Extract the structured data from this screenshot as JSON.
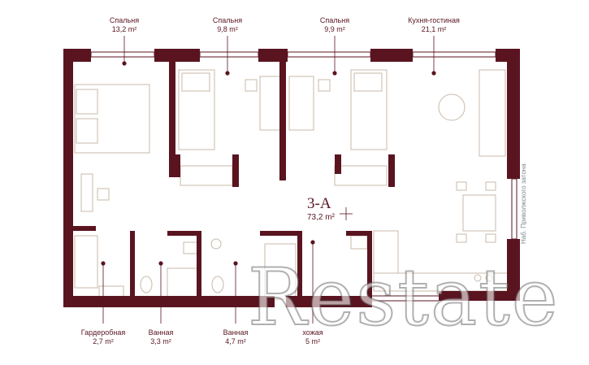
{
  "plan": {
    "code": "3-A",
    "area": "73,2 m²",
    "embankment": "Наб. Приволжского затона"
  },
  "rooms_top": [
    {
      "name": "Спальня",
      "area": "13,2 m²"
    },
    {
      "name": "Спальня",
      "area": "9,8 m²"
    },
    {
      "name": "Спальня",
      "area": "9,9 m²"
    },
    {
      "name": "Кухня-гостиная",
      "area": "21,1 m²"
    }
  ],
  "rooms_bottom": [
    {
      "name": "Гардеробная",
      "area": "2,7 m²"
    },
    {
      "name": "Ванная",
      "area": "3,3 m²"
    },
    {
      "name": "Ванная",
      "area": "4,7 m²"
    },
    {
      "name": "хожая",
      "area": "5 m²"
    }
  ],
  "watermark": "Restate",
  "colors": {
    "wall": "#5a1420",
    "label": "#5a1420",
    "line": "#bfae9f",
    "side_text": "#7d8b93"
  }
}
